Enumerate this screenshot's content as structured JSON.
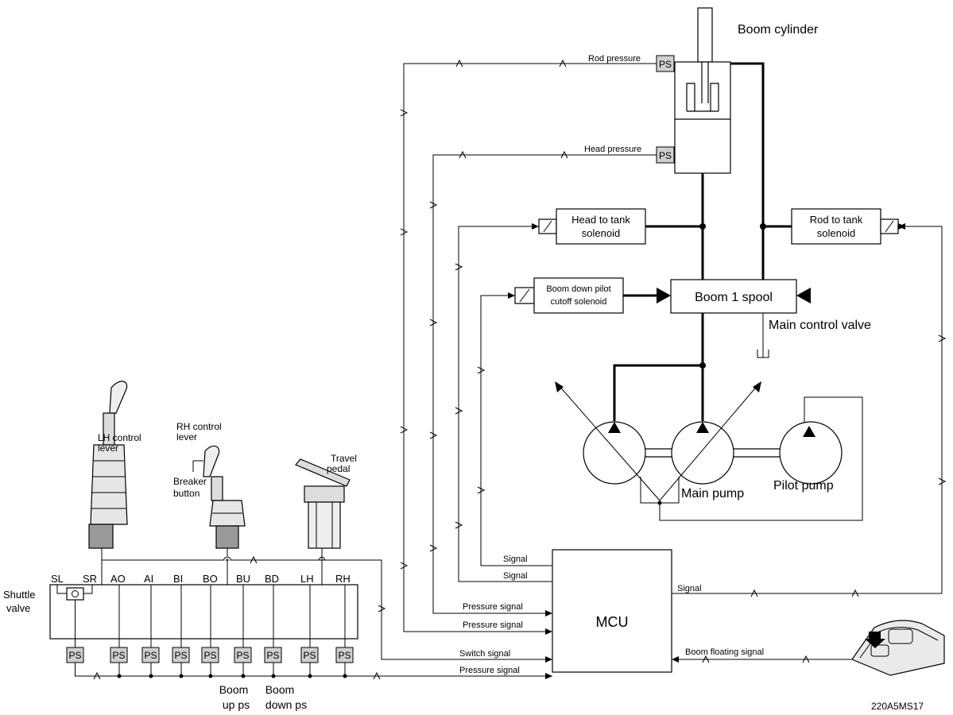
{
  "components": {
    "boom_cylinder": "Boom cylinder",
    "rod_pressure": "Rod pressure",
    "head_pressure": "Head pressure",
    "head_to_tank_solenoid": [
      "Head to tank",
      "solenoid"
    ],
    "rod_to_tank_solenoid": [
      "Rod to tank",
      "solenoid"
    ],
    "boom_down_pilot_cutoff_solenoid": [
      "Boom down pilot",
      "cutoff solenoid"
    ],
    "boom_1_spool": "Boom 1 spool",
    "main_control_valve": "Main control valve",
    "main_pump": "Main pump",
    "pilot_pump": "Pilot pump",
    "mcu": "MCU",
    "lh_control_lever": [
      "LH control",
      "lever"
    ],
    "rh_control_lever": [
      "RH control",
      "lever"
    ],
    "breaker_button": [
      "Breaker",
      "button"
    ],
    "travel_pedal": [
      "Travel",
      "pedal"
    ],
    "shuttle_valve": [
      "Shuttle",
      "valve"
    ],
    "boom_up_ps": [
      "Boom",
      "up ps"
    ],
    "boom_down_ps": [
      "Boom",
      "down ps"
    ],
    "ps": "PS"
  },
  "ports": [
    "SL",
    "SR",
    "AO",
    "AI",
    "BI",
    "BO",
    "BU",
    "BD",
    "LH",
    "RH"
  ],
  "signals": {
    "signal_1": "Signal",
    "signal_2": "Signal",
    "pressure_signal_1": "Pressure signal",
    "pressure_signal_2": "Pressure signal",
    "switch_signal": "Switch signal",
    "pressure_signal_3": "Pressure signal",
    "signal_right": "Signal",
    "boom_floating_signal": "Boom floating signal"
  },
  "figure_code": "220A5MS17"
}
